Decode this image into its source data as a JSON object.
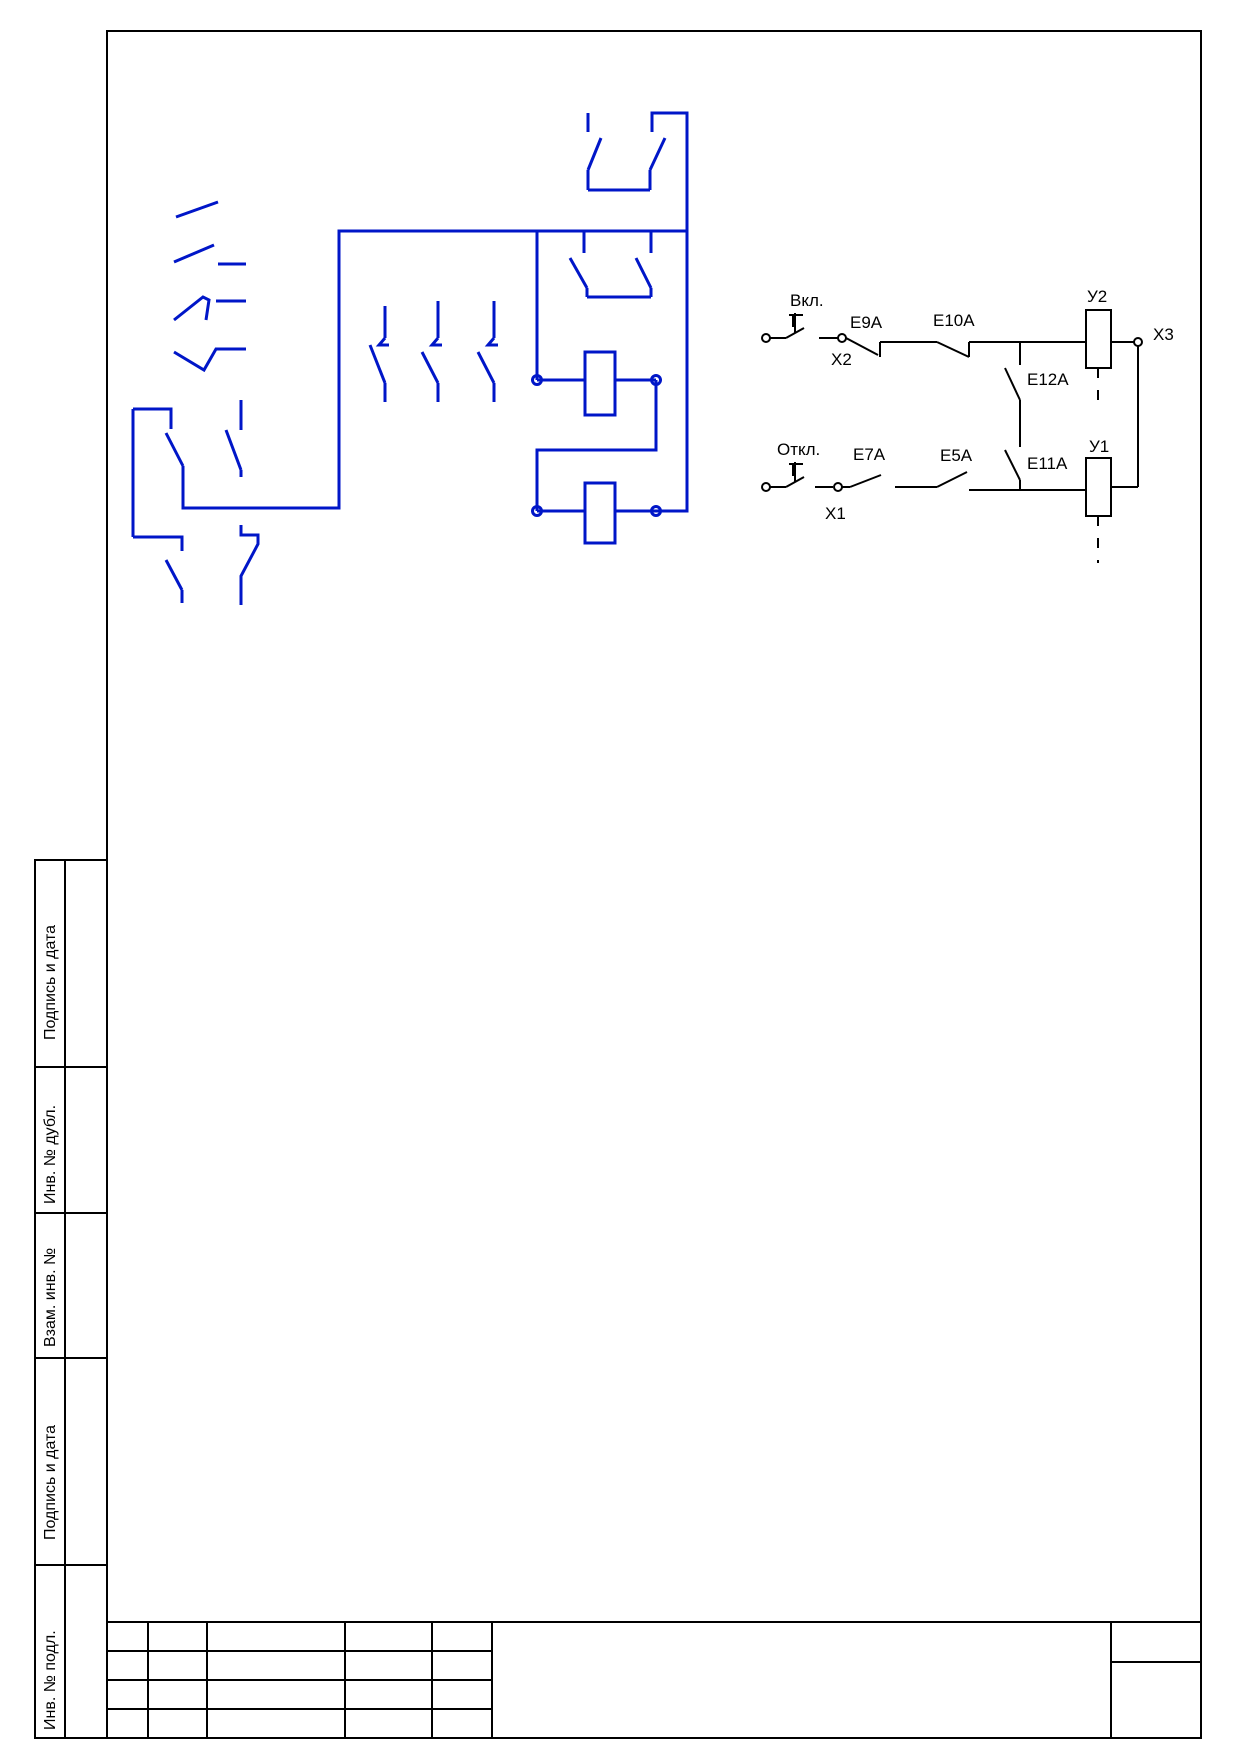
{
  "side_labels": [
    "Подпись и дата",
    "Инв. № дубл.",
    "Взам. инв. №",
    "Подпись и дата",
    "Инв. № подл."
  ],
  "circuit": {
    "button_on": "Вкл.",
    "button_off": "Откл.",
    "contacts": [
      "Е9А",
      "Е10А",
      "Е12А",
      "Е7А",
      "Е5А",
      "Е11А"
    ],
    "coils": [
      "У2",
      "У1"
    ],
    "terminals": [
      "Х2",
      "Х1",
      "Х3"
    ]
  },
  "colors": {
    "frame": "#000000",
    "blue_circuit": "#0016c8"
  }
}
